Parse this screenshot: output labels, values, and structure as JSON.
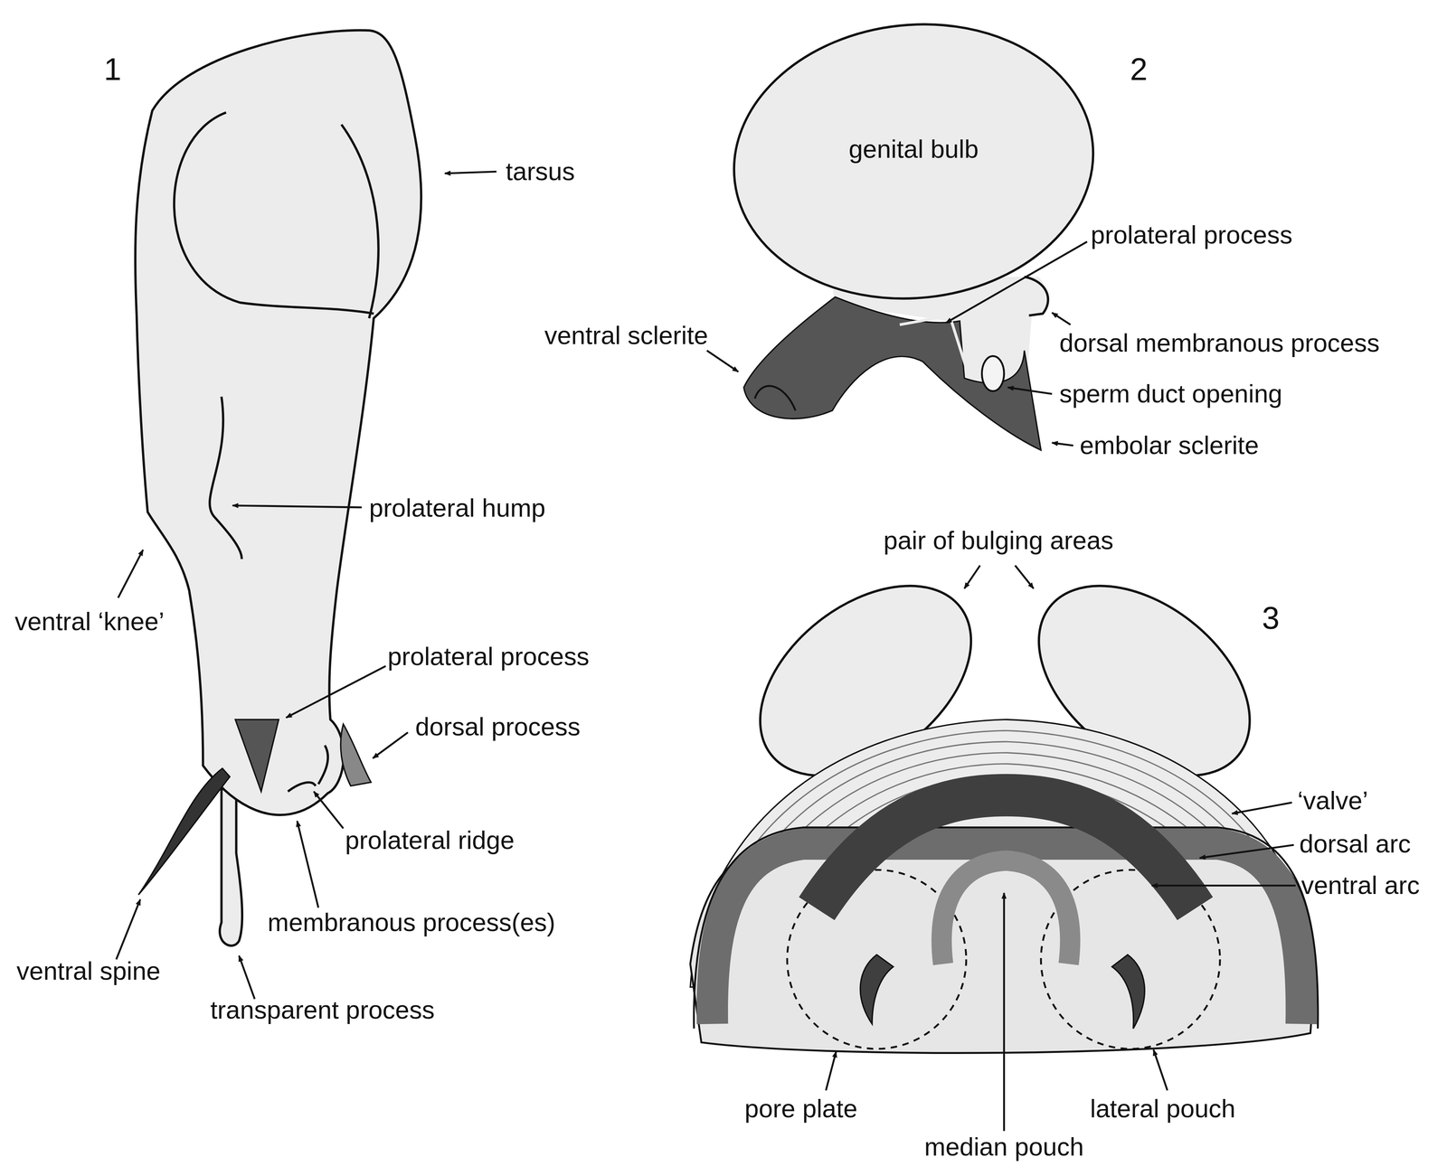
{
  "diagram": {
    "labels": [
      "1",
      "tarsus",
      "prolateral hump",
      "ventral ‘knee’",
      "prolateral process",
      "dorsal process",
      "prolateral ridge",
      "membranous process(es)",
      "ventral spine",
      "transparent process",
      "2",
      "genital bulb",
      "prolateral process",
      "dorsal membranous process",
      "ventral sclerite",
      "sperm duct opening",
      "embolar sclerite",
      "pair of bulging areas",
      "3",
      "‘valve’",
      "dorsal arc",
      "ventral arc",
      "pore plate",
      "lateral pouch",
      "median pouch"
    ]
  }
}
